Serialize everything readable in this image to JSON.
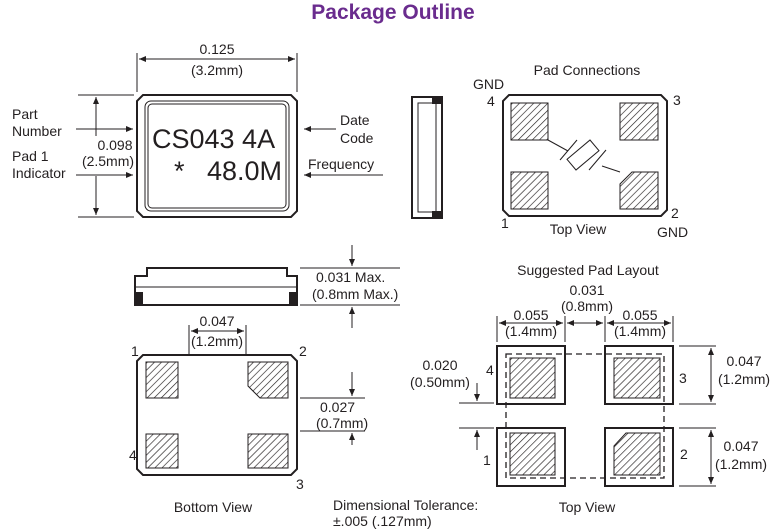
{
  "title": "Package Outline",
  "top_marking": {
    "width_in": "0.125",
    "width_mm": "(3.2mm)",
    "height_in": "0.098",
    "height_mm": "(2.5mm)",
    "part_label_1": "Part",
    "part_label_2": "Number",
    "pad1_label_1": "Pad 1",
    "pad1_label_2": "Indicator",
    "date_label_1": "Date",
    "date_label_2": "Code",
    "freq_label": "Frequency",
    "marking_line1": "CS043 4A",
    "marking_star": "*",
    "marking_line2": "48.0M"
  },
  "pad_connections": {
    "title": "Pad Connections",
    "gnd_top": "GND",
    "gnd_bottom": "GND",
    "pin1": "1",
    "pin2": "2",
    "pin3": "3",
    "pin4": "4",
    "view": "Top View"
  },
  "side_view": {
    "height_in": "0.031 Max.",
    "height_mm": "(0.8mm Max.)"
  },
  "bottom_view": {
    "pad_w_in": "0.047",
    "pad_w_mm": "(1.2mm)",
    "pad_h_in": "0.027",
    "pad_h_mm": "(0.7mm)",
    "pin1": "1",
    "pin2": "2",
    "pin3": "3",
    "pin4": "4",
    "view": "Bottom View"
  },
  "tolerance": {
    "line1": "Dimensional Tolerance:",
    "line2": "±.005 (.127mm)"
  },
  "pad_layout": {
    "title": "Suggested Pad Layout",
    "gap_in": "0.031",
    "gap_mm": "(0.8mm)",
    "left_w_in": "0.055",
    "left_w_mm": "(1.4mm)",
    "right_w_in": "0.055",
    "right_w_mm": "(1.4mm)",
    "top_h_in": "0.047",
    "top_h_mm": "(1.2mm)",
    "bot_h_in": "0.047",
    "bot_h_mm": "(1.2mm)",
    "offset_in": "0.020",
    "offset_mm": "(0.50mm)",
    "pin1": "1",
    "pin2": "2",
    "pin3": "3",
    "pin4": "4",
    "view": "Top View"
  }
}
